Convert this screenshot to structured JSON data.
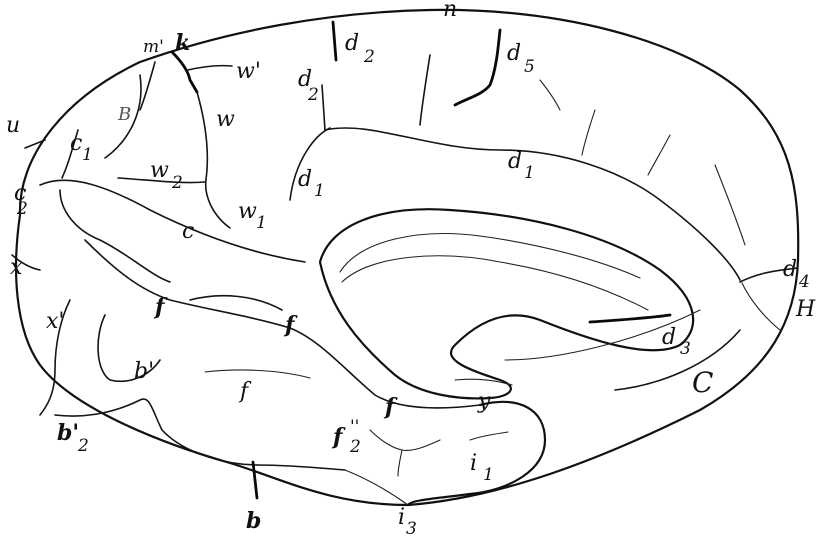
{
  "labels": {
    "n": "n",
    "m1": "m'",
    "k": "k",
    "w1p": "w'",
    "d2a": "d",
    "d2a_sub": "2",
    "d5": "d",
    "d5_sub": "5",
    "d2b": "d",
    "d2b_sub": "2",
    "u": "u",
    "B": "B",
    "w": "w",
    "c1": "c",
    "c1_sub": "1",
    "w2": "w",
    "w2_sub": "2",
    "d1a": "d",
    "d1a_sub": "1",
    "d1b": "d",
    "d1b_sub": "1",
    "c2": "c",
    "c2_sub": "2",
    "w1": "w",
    "w1_sub": "1",
    "c": "c",
    "x": "x",
    "d4": "d",
    "d4_sub": "4",
    "H": "H",
    "x1": "x'",
    "f_a": "f",
    "f_b": "f",
    "d3": "d",
    "d3_sub": "3",
    "b1": "b'",
    "f_c": "f",
    "C": "C",
    "f_d": "f",
    "y": "y",
    "b2": "b'",
    "b2_sub": "2",
    "f2": "f",
    "f2_sup": "''",
    "f2_sub": "2",
    "i1": "i",
    "i1_sub": "1",
    "b": "b",
    "i3": "i",
    "i3_sub": "3"
  }
}
